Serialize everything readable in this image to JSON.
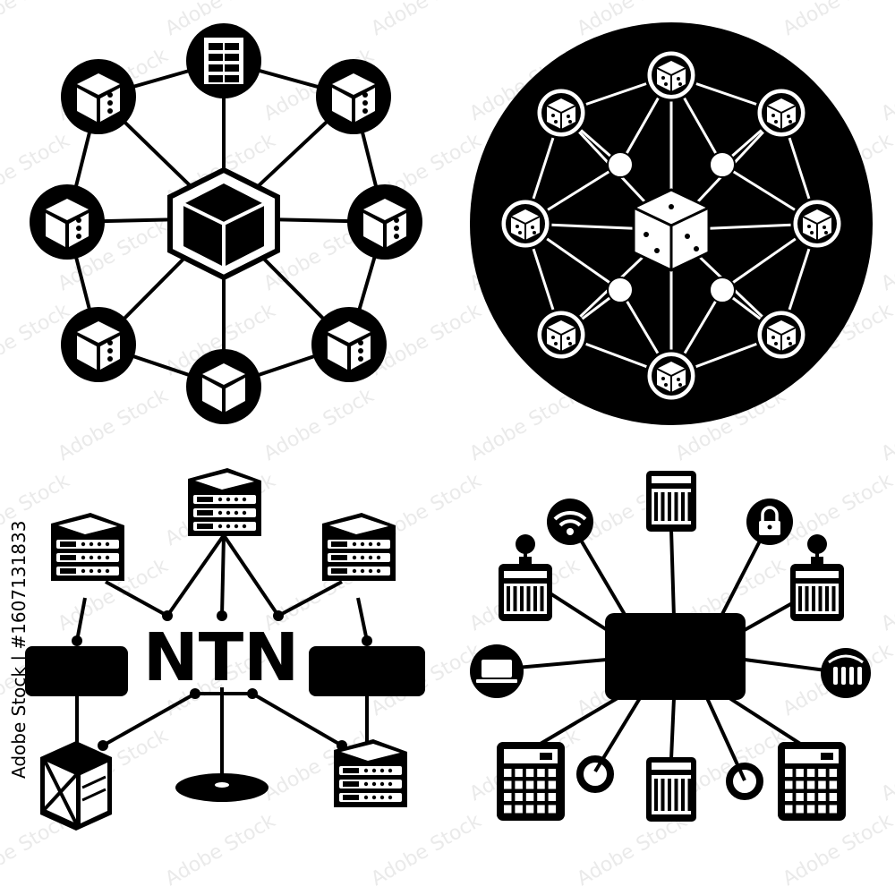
{
  "ntn_label": "NTN",
  "stock_id": "Adobe Stock | #1607131833",
  "watermark_text": "Adobe Stock",
  "colors": {
    "ink": "#000000",
    "paper": "#ffffff",
    "watermark": "#d9d9d9"
  },
  "icons": {
    "panel_top_left": [
      "cube-server-icon",
      "server-rack-icon",
      "hexagon-hub-icon"
    ],
    "panel_top_right": [
      "dice-node-icon",
      "dice-hub-icon",
      "network-junction-icon"
    ],
    "panel_bottom_left": [
      "server-stack-icon",
      "crate-icon",
      "antenna-dish-icon",
      "black-bar-icon"
    ],
    "panel_bottom_right": [
      "data-server-icon",
      "wifi-icon",
      "padlock-icon",
      "joystick-device-icon",
      "laptop-icon",
      "test-tube-rack-icon",
      "calculator-icon",
      "ring-icon",
      "central-hub-icon"
    ]
  }
}
